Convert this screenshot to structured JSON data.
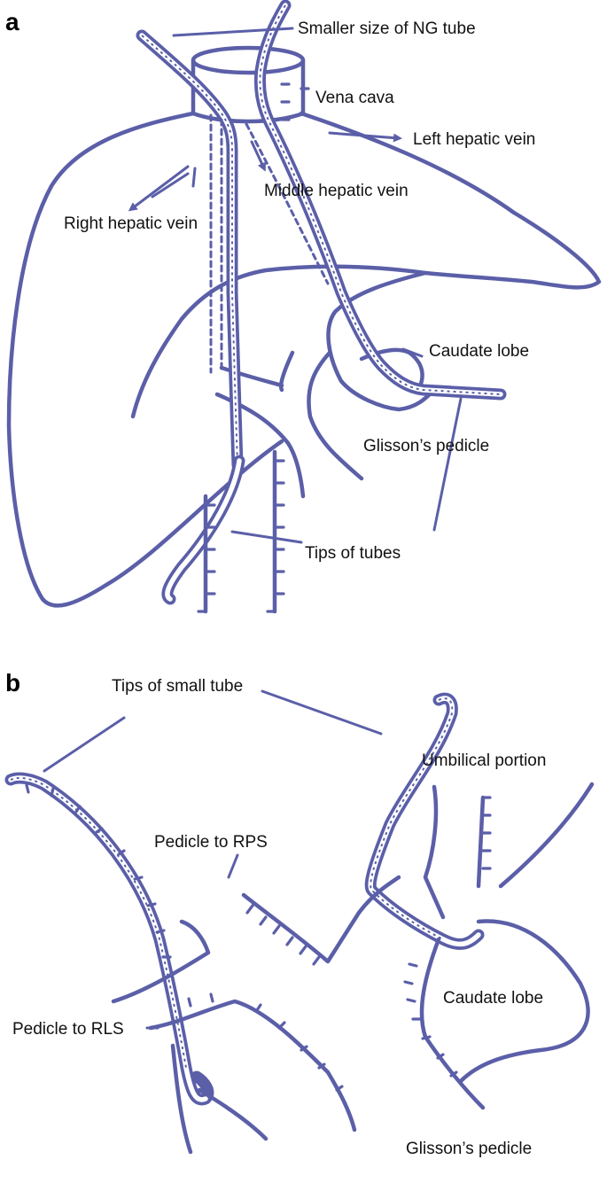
{
  "panel_a": {
    "letter": "a",
    "labels": {
      "ng_tube": "Smaller size of NG tube",
      "vena_cava": "Vena cava",
      "left_hepatic": "Left hepatic vein",
      "middle_hepatic": "Middle hepatic vein",
      "right_hepatic": "Right hepatic vein",
      "caudate": "Caudate lobe",
      "glisson": "Glisson’s pedicle",
      "tips": "Tips of tubes"
    }
  },
  "panel_b": {
    "letter": "b",
    "labels": {
      "tips_small": "Tips of small tube",
      "umbilical": "Umbilical portion",
      "rps": "Pedicle to RPS",
      "rls": "Pedicle to RLS",
      "caudate": "Caudate lobe",
      "glisson": "Glisson’s pedicle"
    }
  },
  "colors": {
    "stroke": "#5B5FA8",
    "text": "#111111"
  }
}
